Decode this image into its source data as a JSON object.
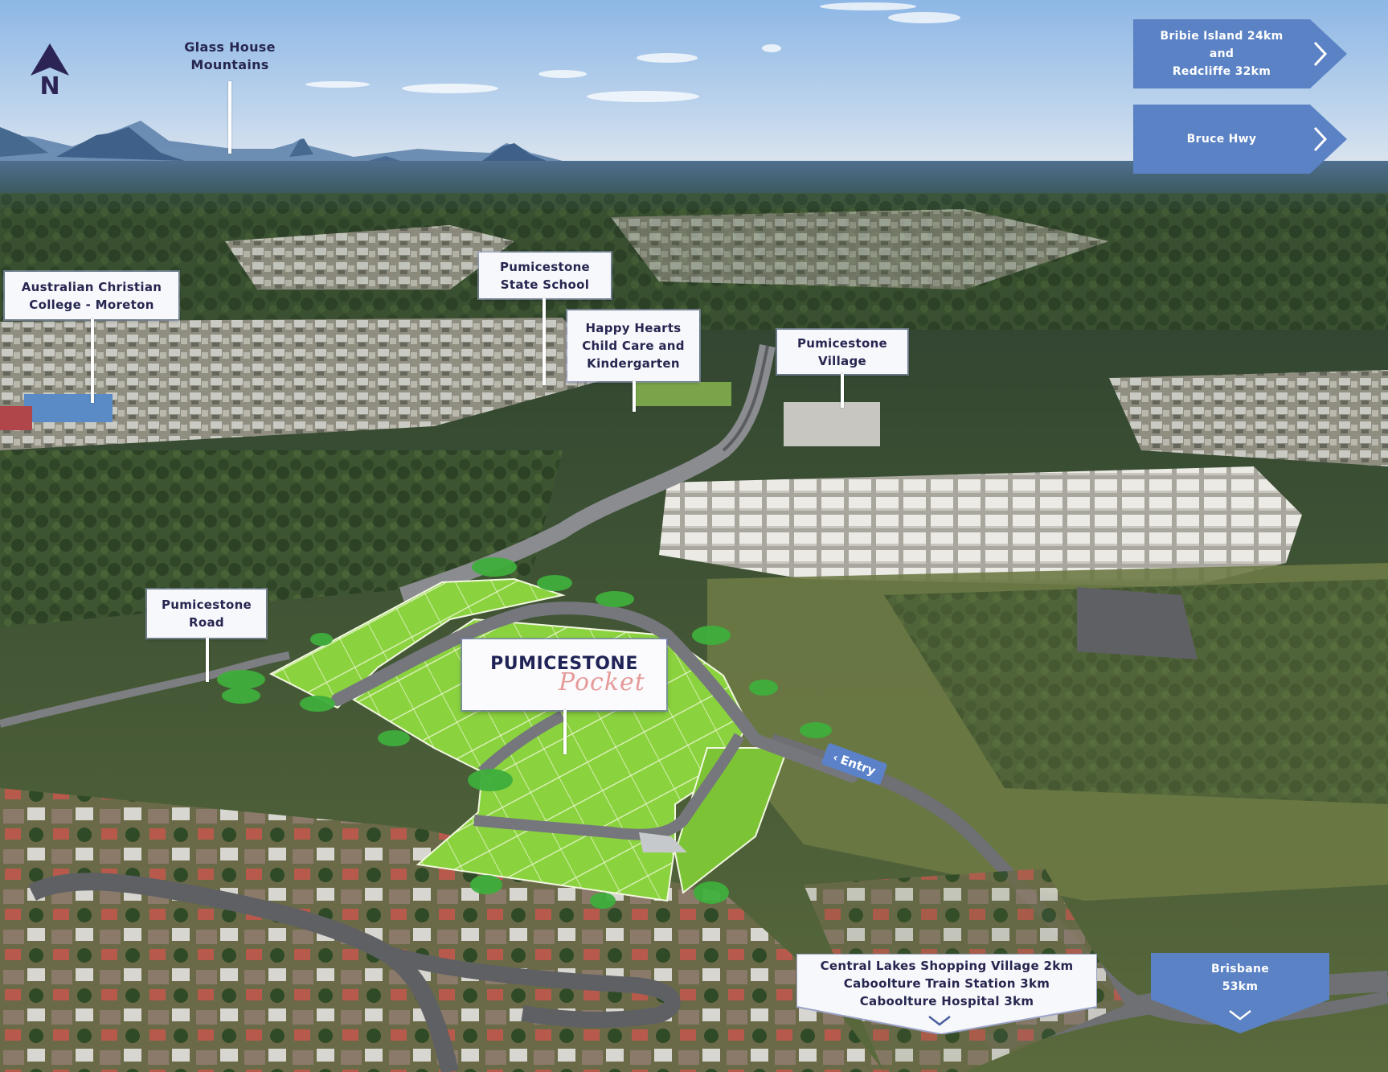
{
  "compass": {
    "letter": "N",
    "color": "#2b2455"
  },
  "sky_labels": {
    "glass_house": {
      "lines": [
        "Glass House",
        "Mountains"
      ]
    }
  },
  "direction_signs": {
    "bribie": {
      "lines": [
        "Bribie Island 24km",
        "and",
        "Redcliffe 32km"
      ],
      "icon": "chevron-right-icon"
    },
    "bruce_hwy": {
      "lines": [
        "Bruce Hwy"
      ],
      "icon": "chevron-right-icon"
    },
    "brisbane": {
      "lines": [
        "Brisbane",
        "53km"
      ],
      "icon": "chevron-down-icon"
    },
    "color": "#5a82c4"
  },
  "landmarks": {
    "acc": {
      "lines": [
        "Australian Christian",
        "College - Moreton"
      ]
    },
    "pumicestone_state_school": {
      "lines": [
        "Pumicestone",
        "State School"
      ]
    },
    "happy_hearts": {
      "lines": [
        "Happy Hearts",
        "Child Care and",
        "Kindergarten"
      ]
    },
    "pumicestone_village": {
      "lines": [
        "Pumicestone",
        "Village"
      ]
    },
    "pumicestone_road": {
      "lines": [
        "Pumicestone",
        "Road"
      ]
    }
  },
  "estate": {
    "name_main": "PUMICESTONE",
    "name_script": "Pocket",
    "entry_label": "Entry",
    "entry_icon": "chevron-left-icon",
    "parcel_color": "#8cd43e",
    "road_color": "#75777d"
  },
  "nearby": {
    "lines": [
      "Central Lakes Shopping Village 2km",
      "Caboolture Train Station 3km",
      "Caboolture Hospital 3km"
    ],
    "icon": "chevron-down-icon"
  },
  "colors": {
    "label_text": "#262650",
    "label_bg": "#f7f8fb",
    "sign_blue": "#5a82c4",
    "sky_top": "#8fb9e6",
    "sky_bottom": "#dfe9f3"
  }
}
